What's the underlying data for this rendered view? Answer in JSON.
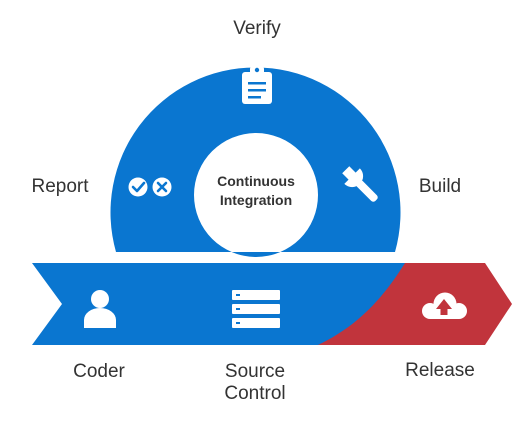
{
  "colors": {
    "primary_blue": "#0a76d0",
    "release_red": "#c1343c",
    "icon_white": "#ffffff",
    "text_dark": "#333333"
  },
  "center": {
    "line1": "Continuous",
    "line2": "Integration"
  },
  "stages": {
    "verify": {
      "label": "Verify",
      "icon": "clipboard-icon"
    },
    "build": {
      "label": "Build",
      "icon": "wrench-icon"
    },
    "report": {
      "label": "Report",
      "icon": "check-cross-icon"
    },
    "coder": {
      "label": "Coder",
      "icon": "user-icon"
    },
    "source_control": {
      "label_line1": "Source",
      "label_line2": "Control",
      "icon": "server-icon"
    },
    "release": {
      "label": "Release",
      "icon": "cloud-upload-icon"
    }
  }
}
